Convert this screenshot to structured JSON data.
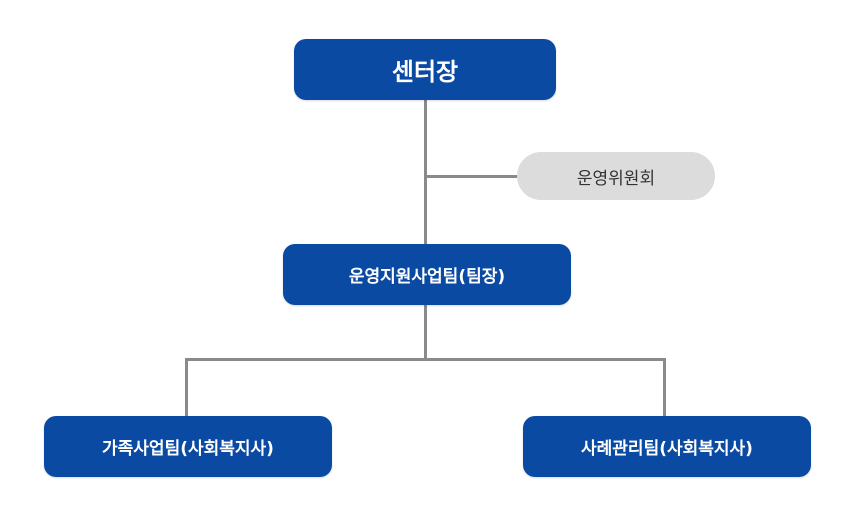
{
  "org_chart": {
    "root": {
      "label": "센터장"
    },
    "committee": {
      "label": "운영위원회"
    },
    "support_team": {
      "label": "운영지원사업팀(팀장)"
    },
    "teams": [
      {
        "label": "가족사업팀(사회복지사)"
      },
      {
        "label": "사례관리팀(사회복지사)"
      }
    ],
    "colors": {
      "node": "#0a4aa3",
      "committee": "#dcdcdc",
      "connector": "#8a8a8a"
    }
  }
}
